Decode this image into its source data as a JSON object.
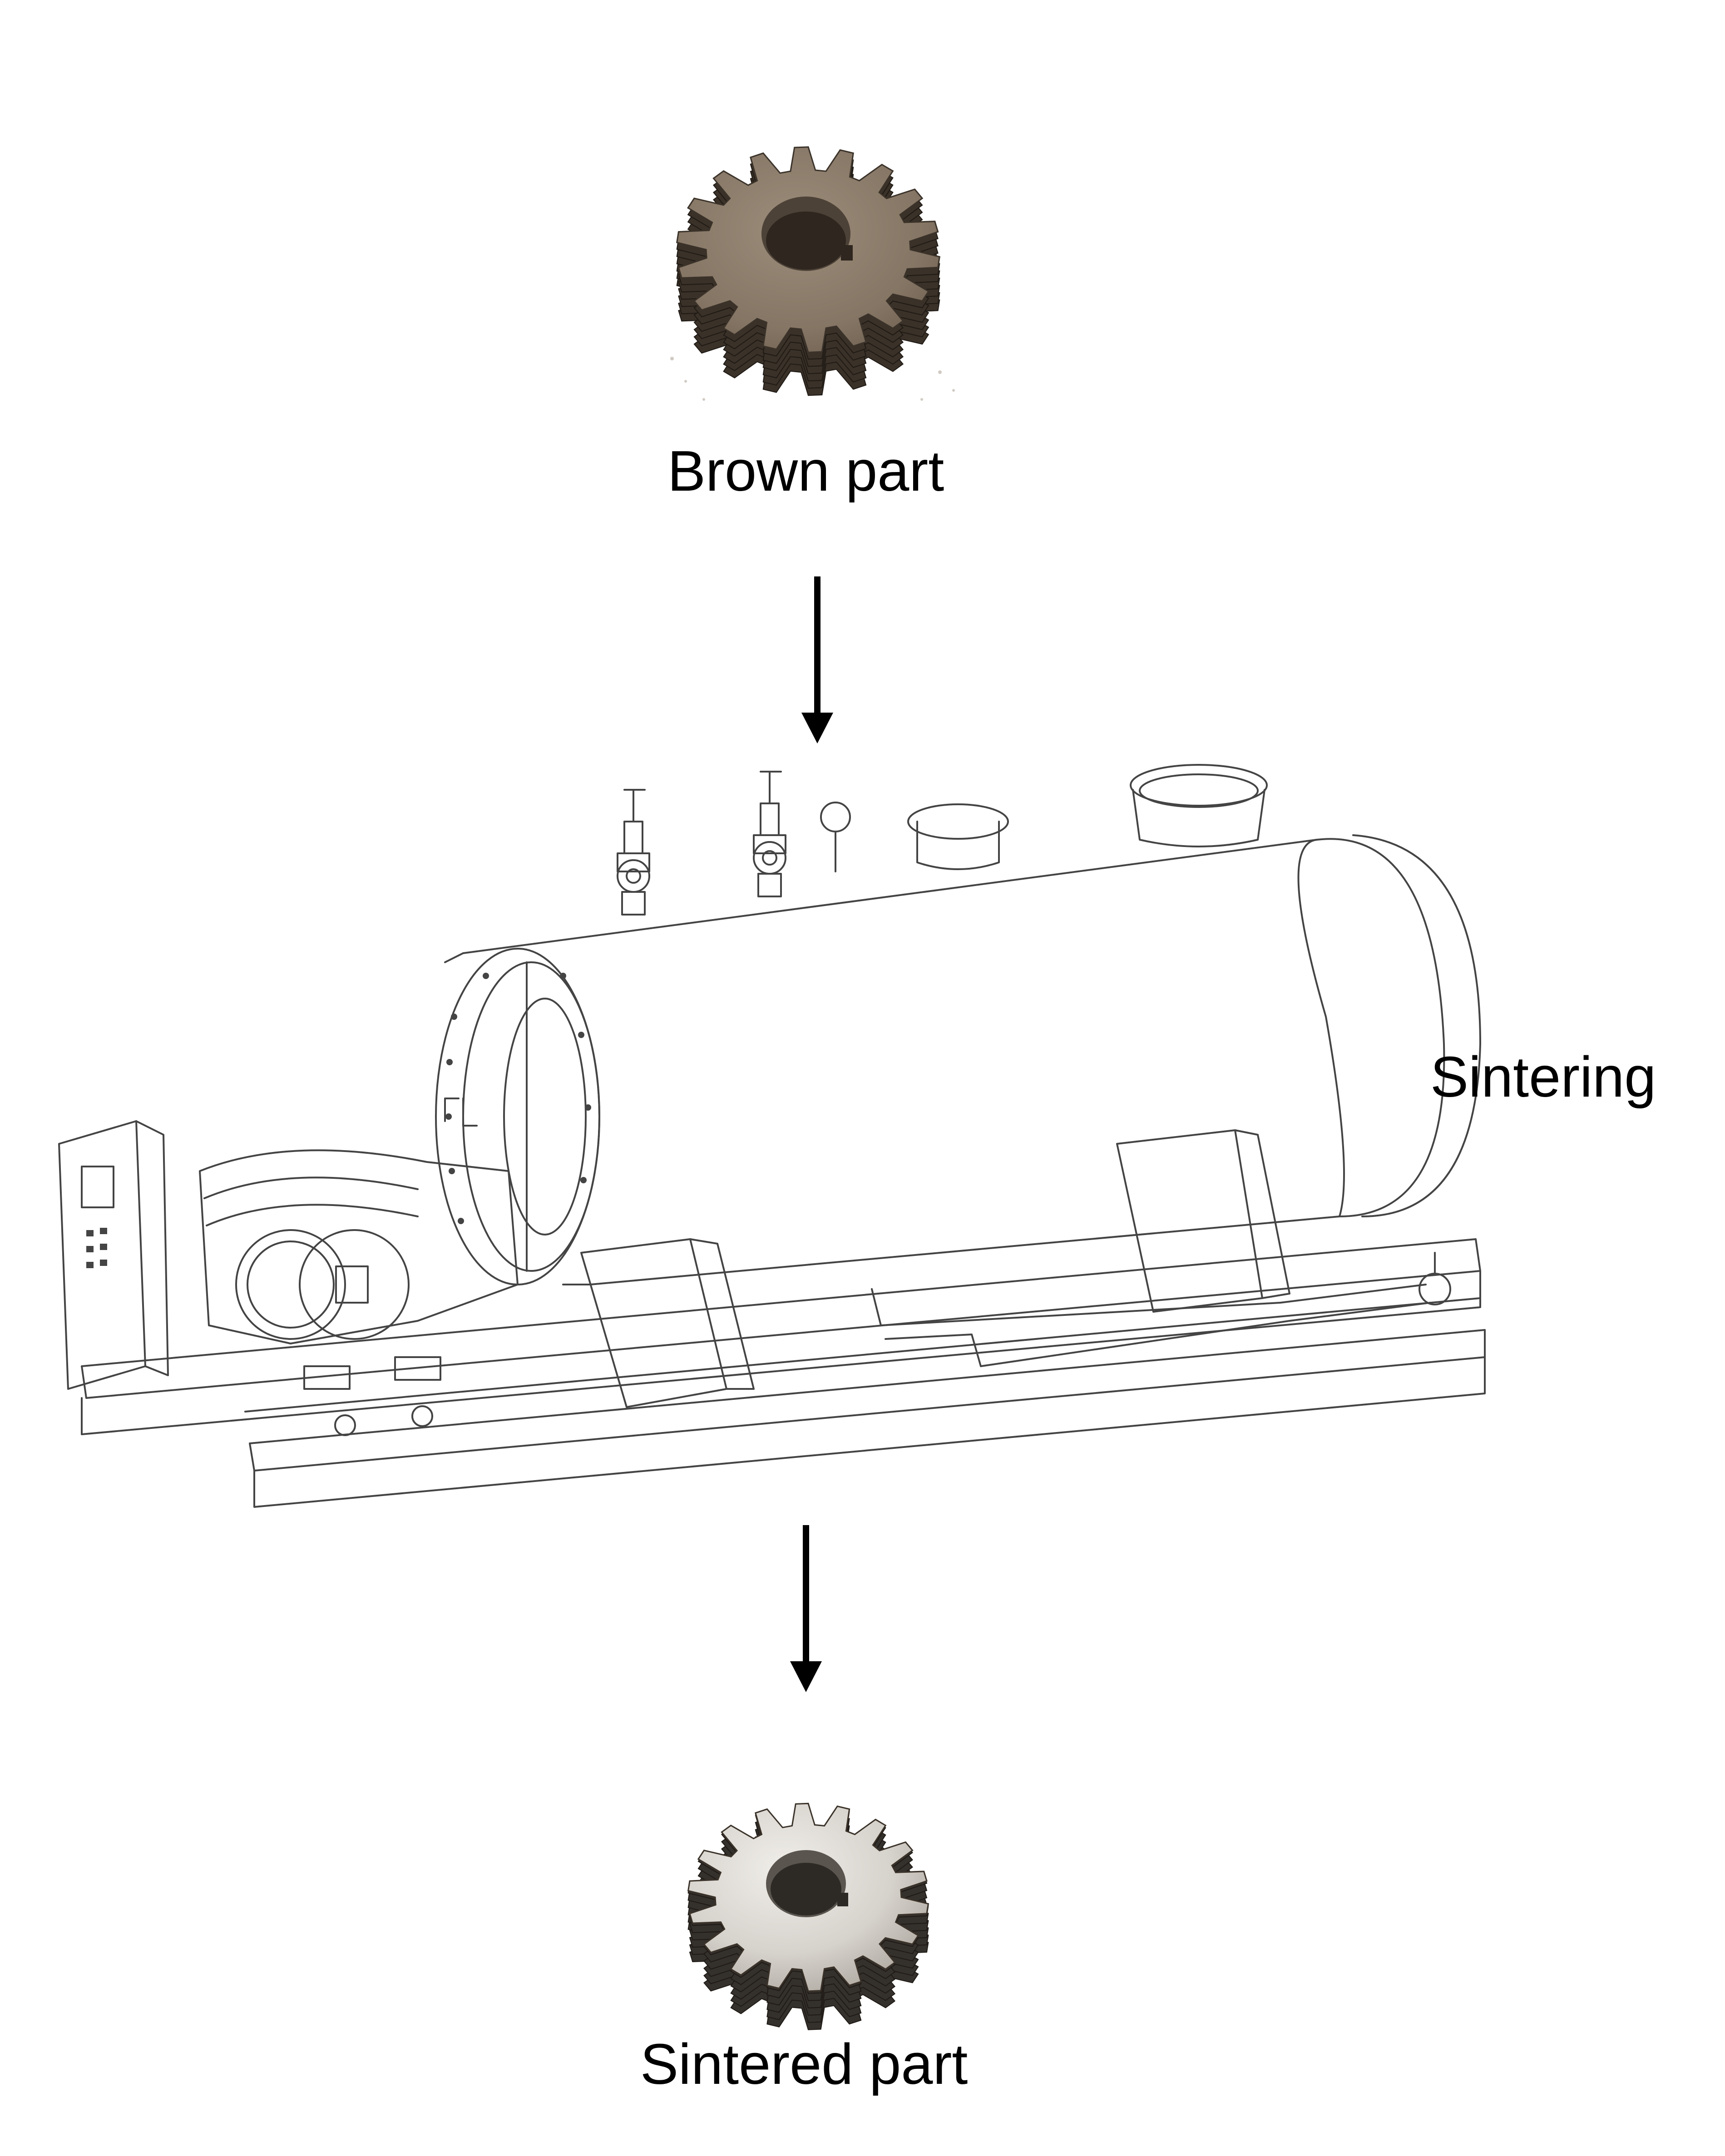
{
  "diagram": {
    "steps": [
      {
        "label": "Brown part",
        "icon": "brown-gear-image"
      },
      {
        "label": "Sintering",
        "icon": "sintering-furnace-drawing"
      },
      {
        "label": "Sintered part",
        "icon": "sintered-gear-image"
      }
    ],
    "arrows": [
      "arrow-down-icon",
      "arrow-down-icon"
    ],
    "colors": {
      "brown_gear_face": "#8a7b6a",
      "brown_gear_side": "#3a3128",
      "sintered_gear_face": "#d9d6d1",
      "sintered_gear_side": "#34302c",
      "line_art": "#444444",
      "arrow": "#000000"
    }
  }
}
